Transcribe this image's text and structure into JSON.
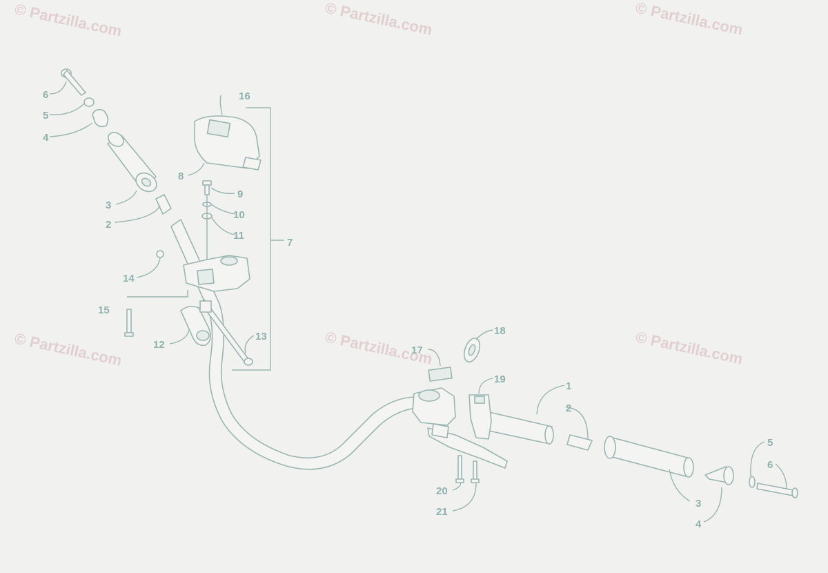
{
  "watermark": "© Partzilla.com",
  "callouts": {
    "c1": "1",
    "c2a": "2",
    "c2b": "2",
    "c3a": "3",
    "c3b": "3",
    "c4a": "4",
    "c4b": "4",
    "c5a": "5",
    "c5b": "5",
    "c6a": "6",
    "c6b": "6",
    "c7": "7",
    "c8": "8",
    "c9": "9",
    "c10": "10",
    "c11": "11",
    "c12": "12",
    "c13": "13",
    "c14": "14",
    "c15": "15",
    "c16": "16",
    "c17": "17",
    "c18": "18",
    "c19": "19",
    "c20": "20",
    "c21": "21"
  },
  "colors": {
    "line": "#9bb5b1",
    "label": "#8fb1ad",
    "watermark": "#e2cfcf",
    "background": "#f1f1f0"
  }
}
